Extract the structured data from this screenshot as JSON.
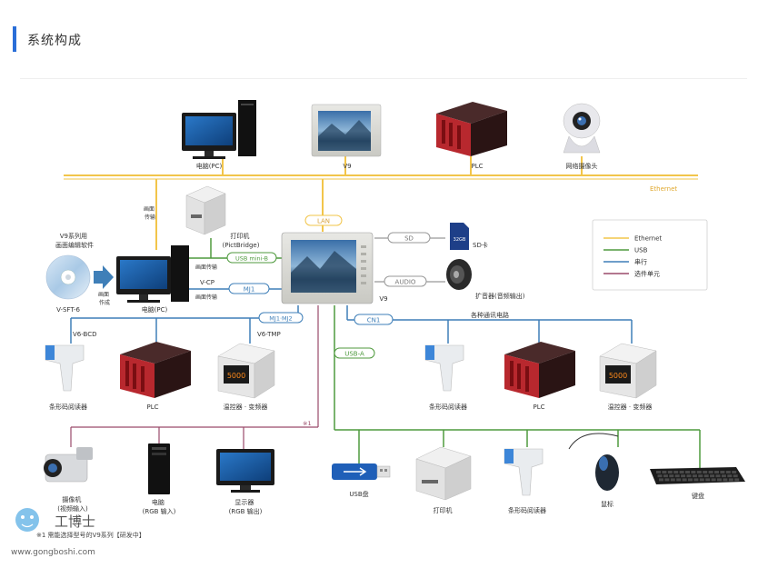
{
  "header": {
    "title": "系统构成"
  },
  "colors": {
    "ethernet": "#f2c54a",
    "usb": "#4f9a3e",
    "serial": "#3f7fb8",
    "option": "#9a4a6a",
    "accent": "#2a6ed8"
  },
  "diagram": {
    "ethernet_label": "Ethernet",
    "top": {
      "pc": "电脑(PC)",
      "v9": "V9",
      "plc": "PLC",
      "webcam": "网络摄像头"
    },
    "left": {
      "software_title": "V9系列用\n画面编辑软件",
      "disc": "V-SFT-6",
      "transfer_label": "画面\n传输",
      "edit_transfer": "画面\n传输",
      "screen_create": "画面\n作成",
      "pc": "电脑(PC)",
      "printer": "打印机\n(PictBridge)",
      "screen_transfer_1": "画面传输",
      "vcp": "V-CP",
      "screen_transfer_2": "画面传输"
    },
    "ports": {
      "lan": "LAN",
      "usb_mini_b": "USB mini-B",
      "mj1": "MJ1",
      "mj1_mj2": "MJ1·MJ2",
      "cn1": "CN1",
      "usb_a": "USB-A",
      "sd": "SD",
      "audio": "AUDIO"
    },
    "center": {
      "v9": "V9",
      "sd_card": "SD卡",
      "speaker": "扩音器(音频输出)",
      "sd_badge": "32GB"
    },
    "row2": {
      "v6_bcd": "V6-BCD",
      "v6_tmp": "V6-TMP",
      "scanner_1": "条形码阅读器",
      "plc_1": "PLC",
      "controller_1": "温控器 · 变频器",
      "comm_devices": "各种通讯电路",
      "scanner_2": "条形码阅读器",
      "plc_2": "PLC",
      "controller_2": "温控器 · 变频器",
      "display_digits": "5000"
    },
    "row3": {
      "note_mark": "※1",
      "camera": "摄像机\n(视频输入)",
      "pc_rgb": "电脑\n(RGB 输入)",
      "monitor_rgb": "显示器\n(RGB 输出)",
      "usb_drive": "USB盘",
      "printer": "打印机",
      "scanner": "条形码阅读器",
      "mouse": "鼠标",
      "keyboard": "键盘",
      "footnote": "※1 需能选择型号的V9系列【研发中】"
    },
    "legend": [
      {
        "label": "Ethernet",
        "color": "#f2c54a"
      },
      {
        "label": "USB",
        "color": "#4f9a3e"
      },
      {
        "label": "串行",
        "color": "#3f7fb8"
      },
      {
        "label": "选件单元",
        "color": "#9a4a6a"
      }
    ]
  },
  "watermark": {
    "brand": "工博士",
    "url": "www.gongboshi.com"
  }
}
